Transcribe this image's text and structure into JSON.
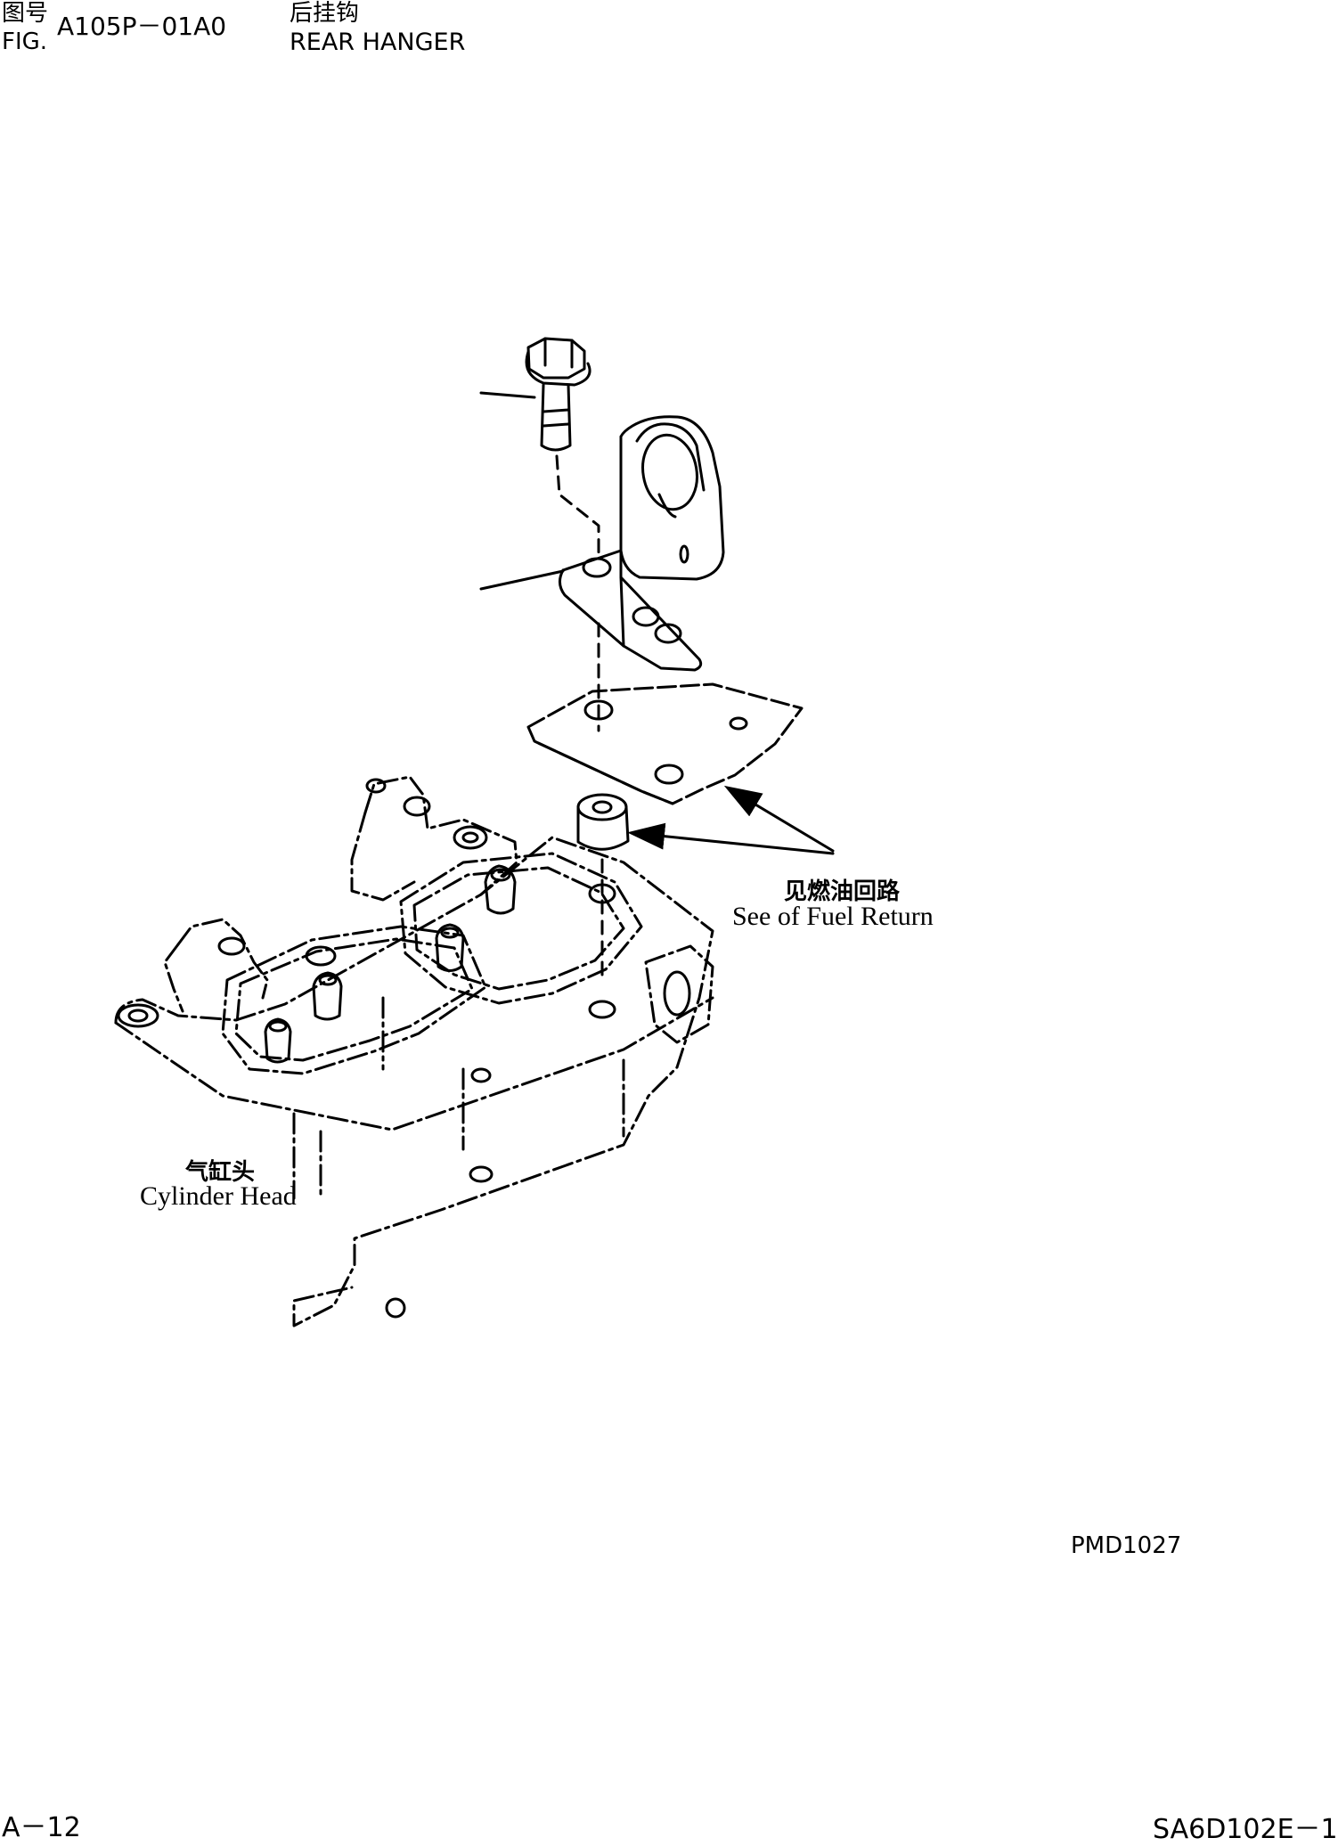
{
  "header": {
    "fig_label_cn": "图号",
    "fig_label_en": "FIG.",
    "fig_number": "A105P－01A0",
    "title_cn": "后挂钩",
    "title_en": "REAR HANGER"
  },
  "callouts": {
    "fuel_return_cn": "见燃油回路",
    "fuel_return_en": "See of Fuel Return",
    "cylinder_head_cn": "气缸头",
    "cylinder_head_en": "Cylinder Head"
  },
  "drawing_code": "PMD1027",
  "footer": {
    "page": "A－12",
    "model": "SA6D102E－1"
  }
}
